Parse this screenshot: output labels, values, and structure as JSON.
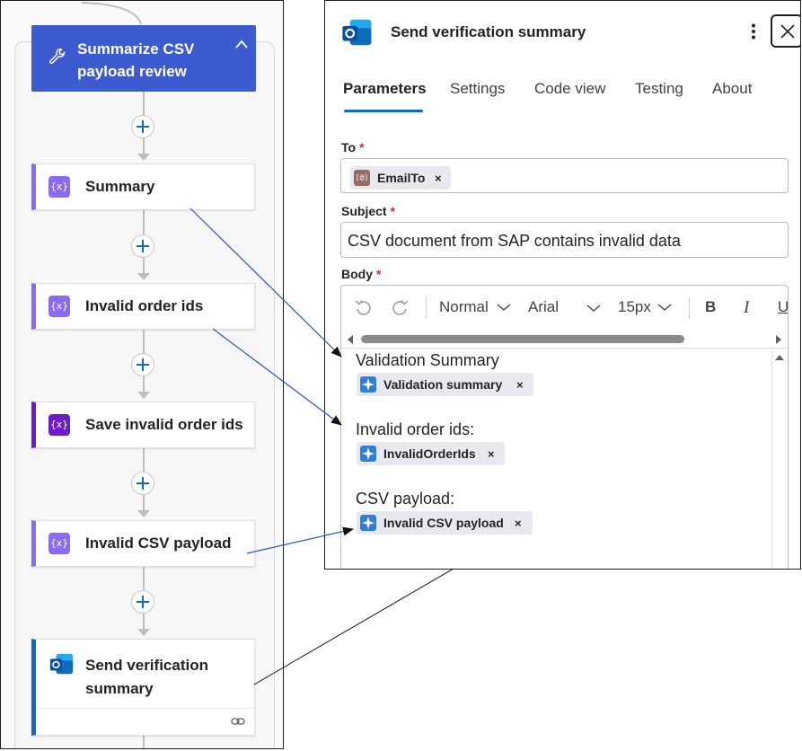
{
  "flow": {
    "scope_title": "Summarize CSV payload review",
    "actions": [
      {
        "label": "Summary"
      },
      {
        "label": "Invalid order ids"
      },
      {
        "label": "Save invalid order ids"
      },
      {
        "label": "Invalid CSV payload"
      }
    ],
    "send_card_label": "Send verification summary",
    "icons": {
      "scope": "wrench-icon",
      "variable": "variable-icon",
      "outlook": "outlook-icon",
      "link": "link-icon"
    }
  },
  "panel": {
    "title": "Send verification summary",
    "tabs": [
      {
        "label": "Parameters",
        "active": true
      },
      {
        "label": "Settings",
        "active": false
      },
      {
        "label": "Code view",
        "active": false
      },
      {
        "label": "Testing",
        "active": false
      },
      {
        "label": "About",
        "active": false
      }
    ],
    "to": {
      "label": "To",
      "required_mark": "*",
      "token": "EmailTo",
      "token_icon_text": "[@]"
    },
    "subject": {
      "label": "Subject",
      "required_mark": "*",
      "value": "CSV document from SAP contains invalid data"
    },
    "body": {
      "label": "Body",
      "required_mark": "*",
      "toolbar": {
        "style": "Normal",
        "font": "Arial",
        "size": "15px",
        "bold": "B",
        "italic": "I",
        "underline": "U"
      },
      "content": [
        {
          "text": "Validation Summary",
          "token": "Validation summary"
        },
        {
          "text": "Invalid order ids:",
          "token": "InvalidOrderIds"
        },
        {
          "text": "CSV payload:",
          "token": "Invalid CSV payload"
        }
      ]
    },
    "token_remove": "×"
  },
  "colors": {
    "brand_blue": "#3c5bd0",
    "accent": "#0f6cbd",
    "variable_purple": "#8b6cf0",
    "variable_dark": "#6c1cc8",
    "required": "#c4314b"
  }
}
